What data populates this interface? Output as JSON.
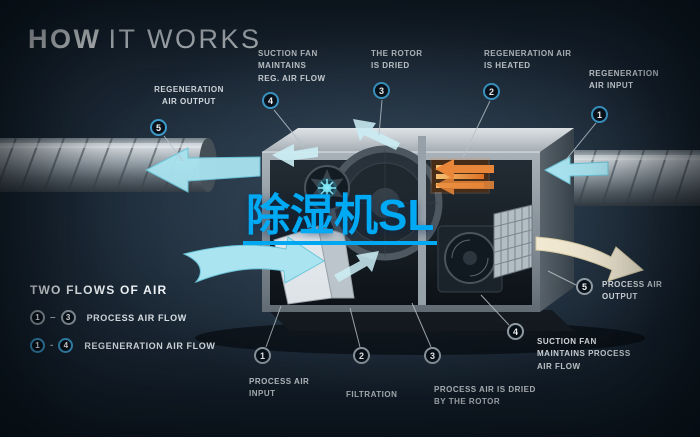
{
  "title": {
    "bold": "HOW",
    "light": "IT WORKS"
  },
  "watermark": "除湿机SL",
  "callouts": [
    {
      "num": "5",
      "label": "REGENERATION\nAIR OUTPUT",
      "flow": "regeneration"
    },
    {
      "num": "4",
      "label": "SUCTION FAN\nMAINTAINS\nREG. AIR FLOW",
      "flow": "regeneration"
    },
    {
      "num": "3",
      "label": "THE ROTOR\nIS DRIED",
      "flow": "regeneration"
    },
    {
      "num": "2",
      "label": "REGENERATION AIR\nIS HEATED",
      "flow": "regeneration"
    },
    {
      "num": "1",
      "label": "REGENERATION\nAIR INPUT",
      "flow": "regeneration"
    },
    {
      "num": "5",
      "label": "PROCESS AIR\nOUTPUT",
      "flow": "process"
    },
    {
      "num": "4",
      "label": "SUCTION FAN\nMAINTAINS PROCESS\nAIR FLOW",
      "flow": "process"
    },
    {
      "num": "3",
      "label": "PROCESS AIR IS DRIED\nBY THE ROTOR",
      "flow": "process"
    },
    {
      "num": "2",
      "label": "FILTRATION",
      "flow": "process"
    },
    {
      "num": "1",
      "label": "PROCESS AIR\nINPUT",
      "flow": "process"
    }
  ],
  "legend": {
    "heading": "TWO FLOWS OF AIR",
    "rows": [
      {
        "from": "1",
        "dash": "–",
        "to": "3",
        "label": "PROCESS AIR FLOW",
        "flow": "process"
      },
      {
        "from": "1",
        "dash": "-",
        "to": "4",
        "label": "REGENERATION AIR FLOW",
        "flow": "regeneration"
      }
    ]
  },
  "colors": {
    "background": "#0c141c",
    "regeneration_accent": "#3e9fd0",
    "process_accent": "#97a3ab",
    "airflow_cyan": "#a9e4f0",
    "heated_orange": "#e8873a",
    "watermark_blue": "#00a9f3"
  }
}
